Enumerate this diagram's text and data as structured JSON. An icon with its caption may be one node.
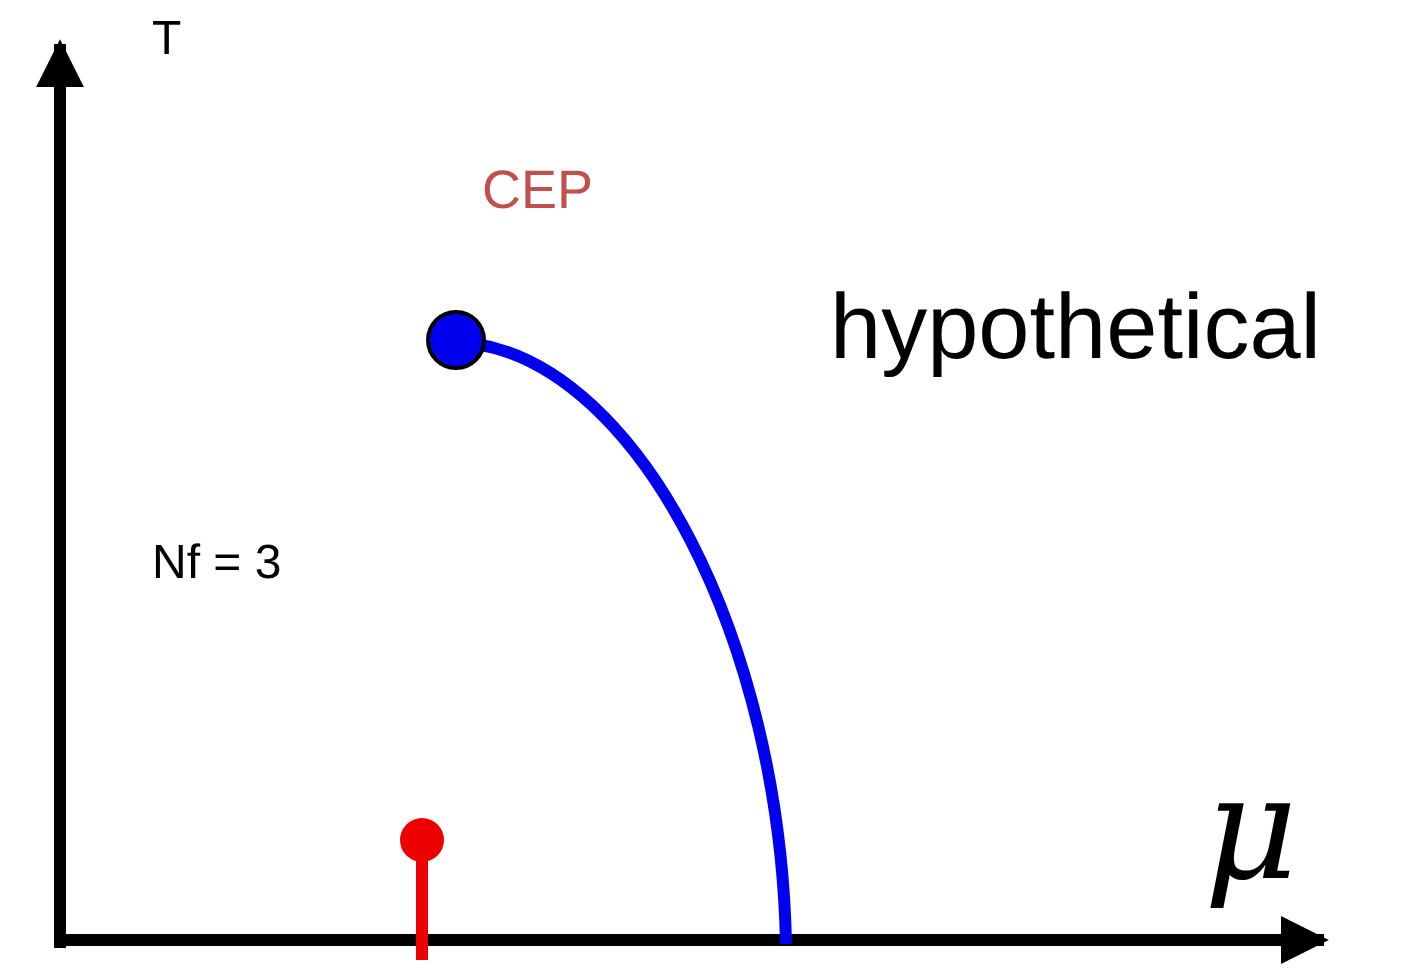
{
  "diagram": {
    "labels": [
      "T",
      "CEP",
      "hypothetical",
      "Nf = 3",
      "μ"
    ]
  }
}
